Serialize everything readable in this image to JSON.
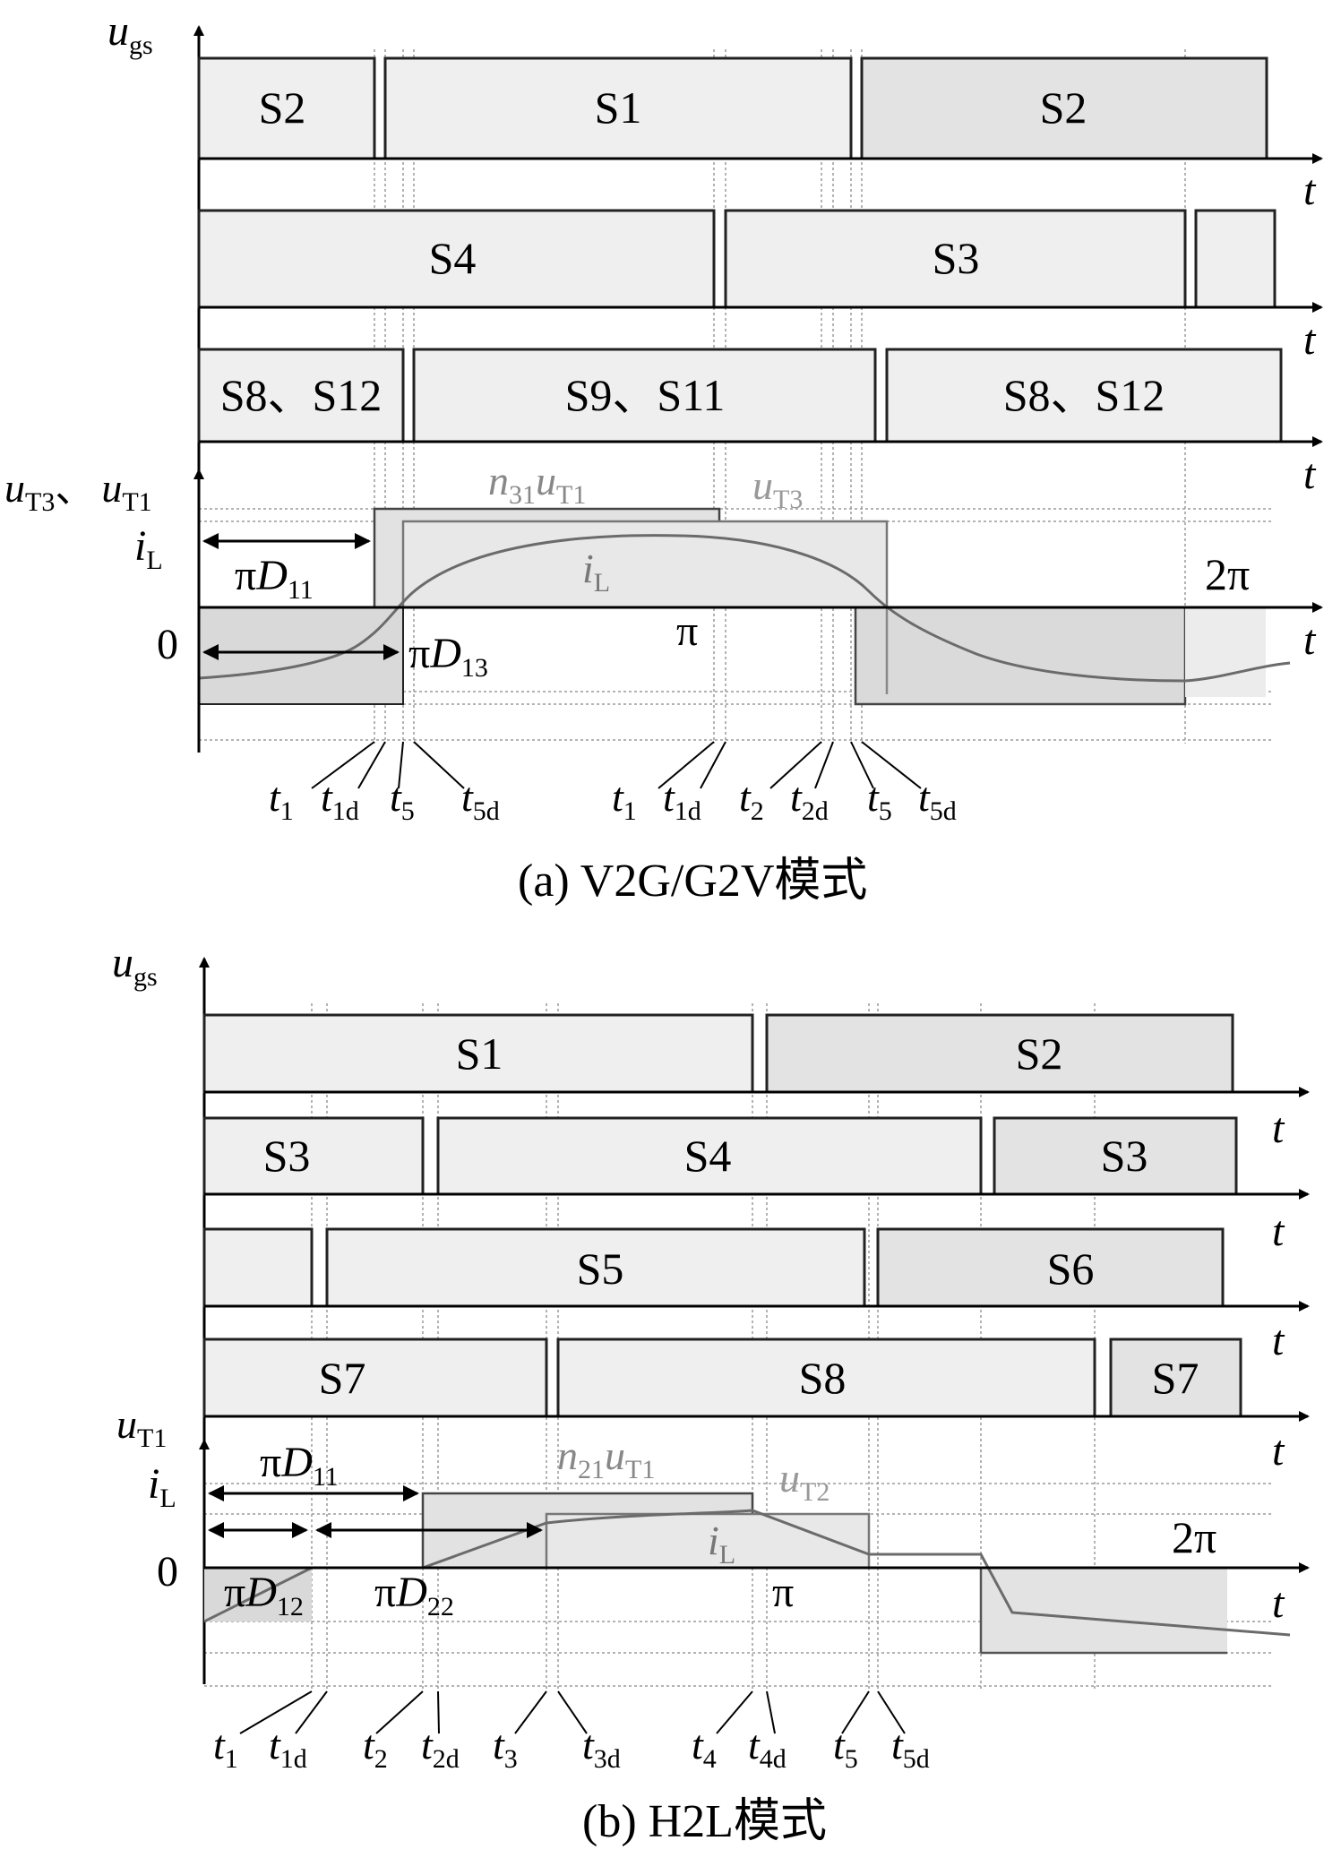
{
  "panel_a": {
    "caption": "(a)  V2G/G2V模式",
    "y_axis_label": "u",
    "y_axis_label_sub": "gs",
    "waveform_axis_label": "u",
    "waveform_axis_label_sub": "T3",
    "waveform_axis_label_sep": "、",
    "waveform_axis_label2": "u",
    "waveform_axis_label2_sub": "T1",
    "time_label": "t",
    "current_label": "i",
    "current_label_sub": "L",
    "zero_label": "0",
    "pi_label": "π",
    "two_pi_label": "2π",
    "row1": [
      "S2",
      "S1",
      "S2"
    ],
    "row2": [
      "S4",
      "S3"
    ],
    "row3": [
      "S8、S12",
      "S9、S11",
      "S8、S12"
    ],
    "n31": {
      "n": "n",
      "sub": "31",
      "u": "u",
      "usub": "T1"
    },
    "uT3": {
      "u": "u",
      "sub": "T3"
    },
    "iL_inner": {
      "i": "i",
      "sub": "L"
    },
    "piD11": {
      "pre": "π",
      "D": "D",
      "sub": "11"
    },
    "piD13": {
      "pre": "π",
      "D": "D",
      "sub": "13"
    },
    "ticks": [
      {
        "t": "t",
        "sub": "1"
      },
      {
        "t": "t",
        "sub": "1d"
      },
      {
        "t": "t",
        "sub": "5"
      },
      {
        "t": "t",
        "sub": "5d"
      },
      {
        "t": "t",
        "sub": "1"
      },
      {
        "t": "t",
        "sub": "1d"
      },
      {
        "t": "t",
        "sub": "2"
      },
      {
        "t": "t",
        "sub": "2d"
      },
      {
        "t": "t",
        "sub": "5"
      },
      {
        "t": "t",
        "sub": "5d"
      }
    ]
  },
  "panel_b": {
    "caption": "(b)  H2L模式",
    "y_axis_label": "u",
    "y_axis_label_sub": "gs",
    "waveform_axis_label": "u",
    "waveform_axis_label_sub": "T1",
    "time_label": "t",
    "current_label": "i",
    "current_label_sub": "L",
    "zero_label": "0",
    "pi_label": "π",
    "two_pi_label": "2π",
    "row1": [
      "S1",
      "S2"
    ],
    "row2": [
      "S3",
      "S4",
      "S3"
    ],
    "row3": [
      "S5",
      "S6"
    ],
    "row4": [
      "S7",
      "S8",
      "S7"
    ],
    "n21": {
      "n": "n",
      "sub": "21",
      "u": "u",
      "usub": "T1"
    },
    "uT2": {
      "u": "u",
      "sub": "T2"
    },
    "iL_inner": {
      "i": "i",
      "sub": "L"
    },
    "piD11": {
      "pre": "π",
      "D": "D",
      "sub": "11"
    },
    "piD12": {
      "pre": "π",
      "D": "D",
      "sub": "12"
    },
    "piD22": {
      "pre": "π",
      "D": "D",
      "sub": "22"
    },
    "ticks": [
      {
        "t": "t",
        "sub": "1"
      },
      {
        "t": "t",
        "sub": "1d"
      },
      {
        "t": "t",
        "sub": "2"
      },
      {
        "t": "t",
        "sub": "2d"
      },
      {
        "t": "t",
        "sub": "3"
      },
      {
        "t": "t",
        "sub": "3d"
      },
      {
        "t": "t",
        "sub": "4"
      },
      {
        "t": "t",
        "sub": "4d"
      },
      {
        "t": "t",
        "sub": "5"
      },
      {
        "t": "t",
        "sub": "5d"
      }
    ]
  },
  "colors": {
    "box_fill_light": "#efefef",
    "box_fill_dark": "#e3e3e3",
    "box_stroke": "#222222",
    "gray_text": "#888888",
    "curve": "#6b6b6b",
    "grid": "#9a9a9a"
  }
}
